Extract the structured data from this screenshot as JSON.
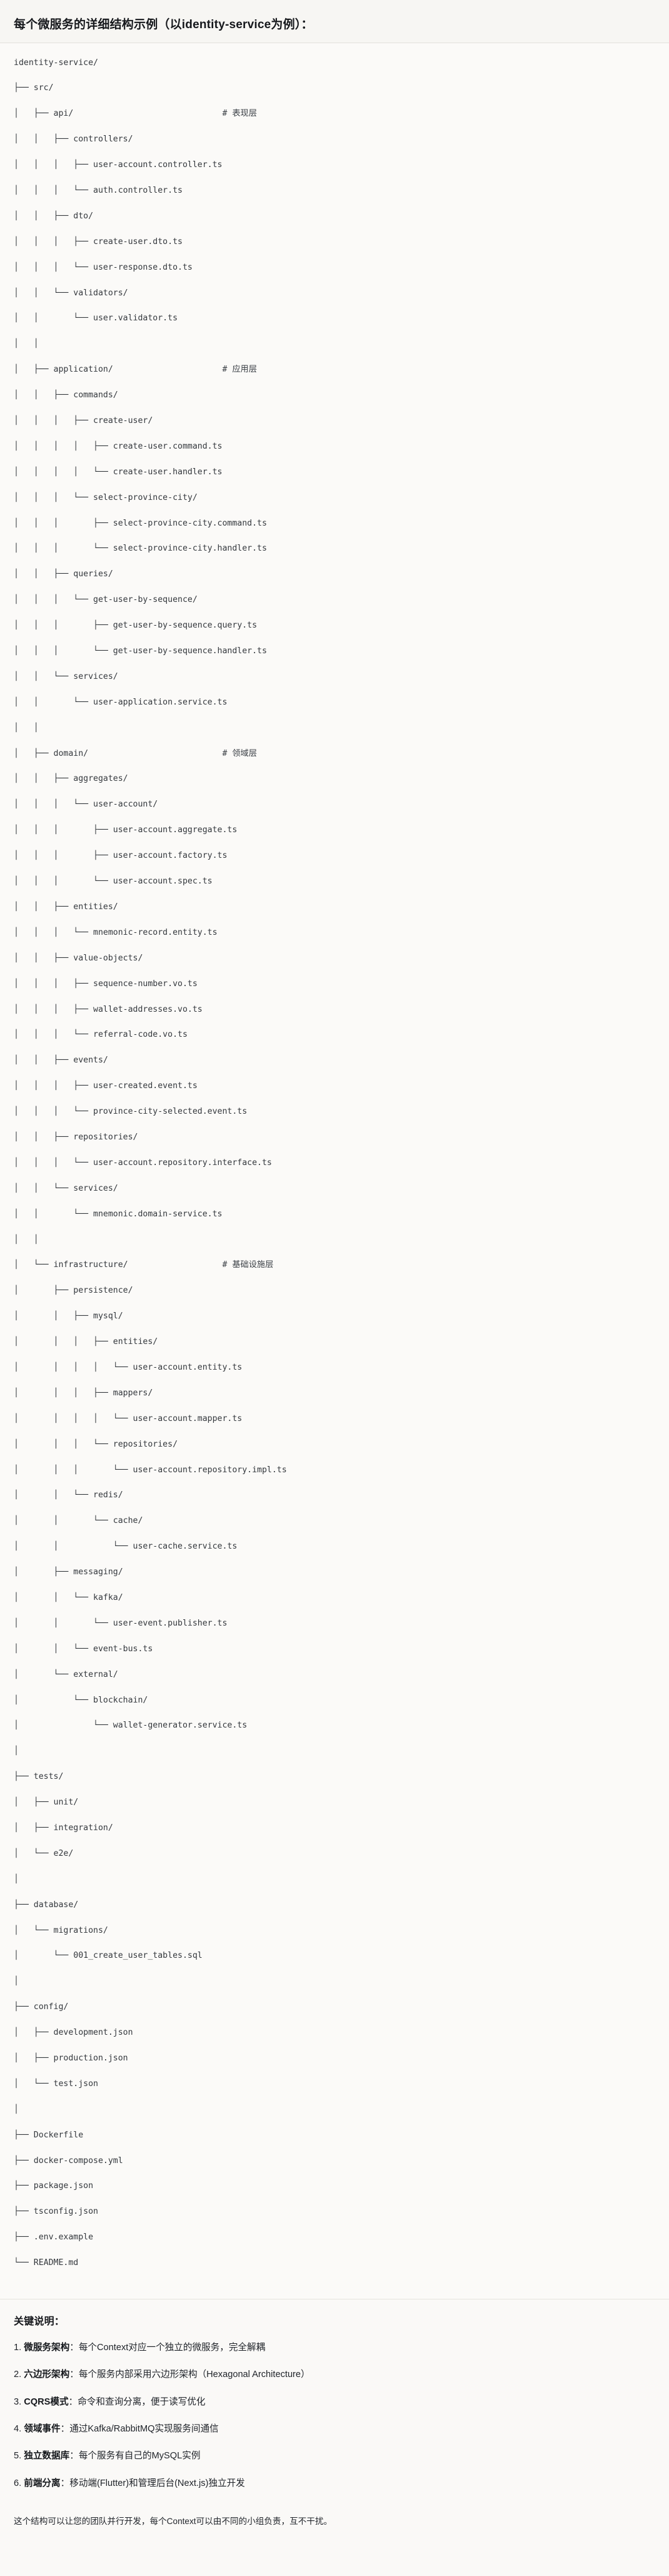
{
  "header": {
    "title": "每个微服务的详细结构示例（以identity-service为例）："
  },
  "tree": {
    "root": "identity-service/",
    "comments": {
      "api": "# 表现层",
      "application": "# 应用层",
      "domain": "# 领域层",
      "infrastructure": "# 基础设施层"
    },
    "lines": [
      "identity-service/",
      "├── src/",
      "│   ├── api/                              # 表现层",
      "│   │   ├── controllers/",
      "│   │   │   ├── user-account.controller.ts",
      "│   │   │   └── auth.controller.ts",
      "│   │   ├── dto/",
      "│   │   │   ├── create-user.dto.ts",
      "│   │   │   └── user-response.dto.ts",
      "│   │   └── validators/",
      "│   │       └── user.validator.ts",
      "│   │",
      "│   ├── application/                      # 应用层",
      "│   │   ├── commands/",
      "│   │   │   ├── create-user/",
      "│   │   │   │   ├── create-user.command.ts",
      "│   │   │   │   └── create-user.handler.ts",
      "│   │   │   └── select-province-city/",
      "│   │   │       ├── select-province-city.command.ts",
      "│   │   │       └── select-province-city.handler.ts",
      "│   │   ├── queries/",
      "│   │   │   └── get-user-by-sequence/",
      "│   │   │       ├── get-user-by-sequence.query.ts",
      "│   │   │       └── get-user-by-sequence.handler.ts",
      "│   │   └── services/",
      "│   │       └── user-application.service.ts",
      "│   │",
      "│   ├── domain/                           # 领域层",
      "│   │   ├── aggregates/",
      "│   │   │   └── user-account/",
      "│   │   │       ├── user-account.aggregate.ts",
      "│   │   │       ├── user-account.factory.ts",
      "│   │   │       └── user-account.spec.ts",
      "│   │   ├── entities/",
      "│   │   │   └── mnemonic-record.entity.ts",
      "│   │   ├── value-objects/",
      "│   │   │   ├── sequence-number.vo.ts",
      "│   │   │   ├── wallet-addresses.vo.ts",
      "│   │   │   └── referral-code.vo.ts",
      "│   │   ├── events/",
      "│   │   │   ├── user-created.event.ts",
      "│   │   │   └── province-city-selected.event.ts",
      "│   │   ├── repositories/",
      "│   │   │   └── user-account.repository.interface.ts",
      "│   │   └── services/",
      "│   │       └── mnemonic.domain-service.ts",
      "│   │",
      "│   └── infrastructure/                   # 基础设施层",
      "│       ├── persistence/",
      "│       │   ├── mysql/",
      "│       │   │   ├── entities/",
      "│       │   │   │   └── user-account.entity.ts",
      "│       │   │   ├── mappers/",
      "│       │   │   │   └── user-account.mapper.ts",
      "│       │   │   └── repositories/",
      "│       │   │       └── user-account.repository.impl.ts",
      "│       │   └── redis/",
      "│       │       └── cache/",
      "│       │           └── user-cache.service.ts",
      "│       ├── messaging/",
      "│       │   └── kafka/",
      "│       │       └── user-event.publisher.ts",
      "│       │   └── event-bus.ts",
      "│       └── external/",
      "│           └── blockchain/",
      "│               └── wallet-generator.service.ts",
      "│",
      "├── tests/",
      "│   ├── unit/",
      "│   ├── integration/",
      "│   └── e2e/",
      "│",
      "├── database/",
      "│   └── migrations/",
      "│       └── 001_create_user_tables.sql",
      "│",
      "├── config/",
      "│   ├── development.json",
      "│   ├── production.json",
      "│   └── test.json",
      "│",
      "├── Dockerfile",
      "├── docker-compose.yml",
      "├── package.json",
      "├── tsconfig.json",
      "├── .env.example",
      "└── README.md"
    ]
  },
  "notes": {
    "title": "关键说明：",
    "items": [
      {
        "num": "1.",
        "term": "微服务架构",
        "sep": "：",
        "body": "每个Context对应一个独立的微服务，完全解耦"
      },
      {
        "num": "2.",
        "term": "六边形架构",
        "sep": "：",
        "body": "每个服务内部采用六边形架构（Hexagonal Architecture）"
      },
      {
        "num": "3.",
        "term": "CQRS模式",
        "sep": "：",
        "body": "命令和查询分离，便于读写优化"
      },
      {
        "num": "4.",
        "term": "领域事件",
        "sep": "：",
        "body": "通过Kafka/RabbitMQ实现服务间通信"
      },
      {
        "num": "5.",
        "term": "独立数据库",
        "sep": "：",
        "body": "每个服务有自己的MySQL实例"
      },
      {
        "num": "6.",
        "term": "前端分离",
        "sep": "：",
        "body": "移动端(Flutter)和管理后台(Next.js)独立开发"
      }
    ],
    "closing": "这个结构可以让您的团队并行开发，每个Context可以由不同的小组负责，互不干扰。"
  }
}
